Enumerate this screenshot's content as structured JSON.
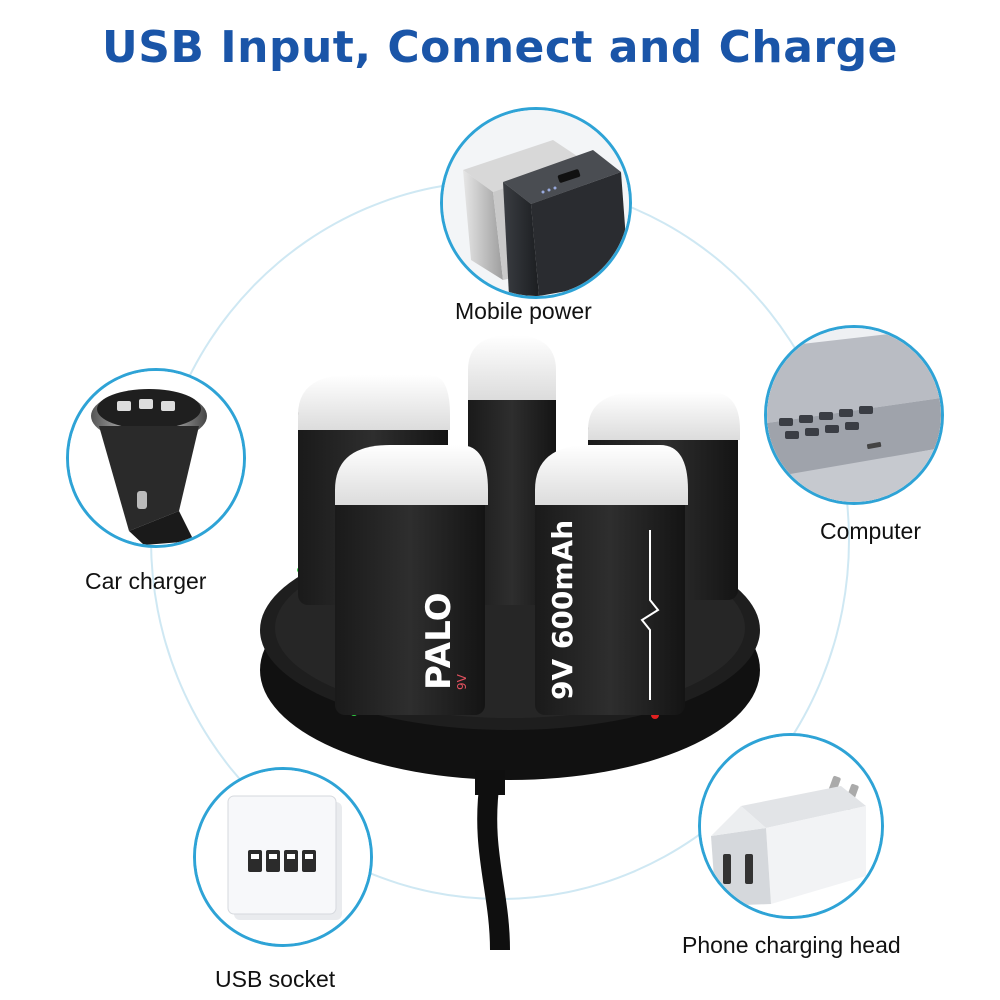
{
  "heading": "USB Input, Connect and Charge",
  "sources": {
    "mobile_power": "Mobile power",
    "computer": "Computer",
    "car_charger": "Car charger",
    "usb_socket": "USB socket",
    "phone_charging_head": "Phone charging head"
  },
  "battery": {
    "brand": "PALO",
    "capacity": "9V 600mAh",
    "voltage": "9V"
  },
  "colors": {
    "heading": "#1a55a8",
    "bubble_border": "#2ea3d6",
    "ring": "#cfe8f3",
    "led_green": "#2ecc40",
    "led_red": "#e02020"
  }
}
